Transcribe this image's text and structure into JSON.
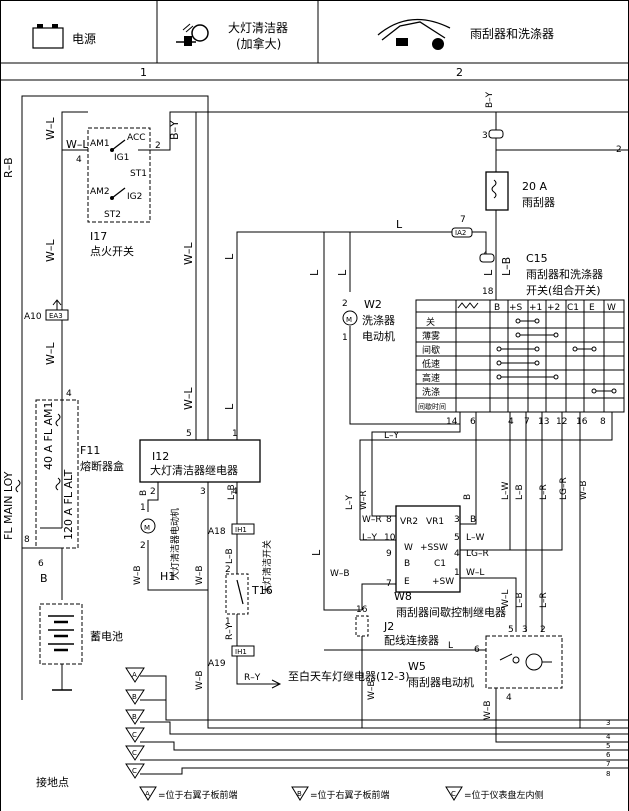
{
  "header": {
    "power": "电源",
    "headlamp_cleaner": "大灯清洁器",
    "headlamp_cleaner_sub": "(加拿大)",
    "wiper_washer": "雨刮器和洗涤器",
    "col1": "1",
    "col2": "2"
  },
  "wires": {
    "r_b": "R–B",
    "w_l": "W–L",
    "b_y": "B–Y",
    "l": "L",
    "l_y": "L–Y",
    "w_r": "W–R",
    "b": "B",
    "l_w": "L–W",
    "l_r": "L–R",
    "lg_r": "LG–R",
    "w_b": "W–B",
    "l_b": "L–B",
    "r_y": "R–Y"
  },
  "ignition": {
    "id": "I17",
    "name": "点火开关",
    "am1": "AM1",
    "acc": "ACC",
    "ig1": "IG1",
    "st1": "ST1",
    "am2": "AM2",
    "ig2": "IG2",
    "st2": "ST2"
  },
  "fuse_box": {
    "id": "F11",
    "name": "熔断器盒",
    "am1": "40 A FL AM1",
    "alt": "120 A FL ALT",
    "main": "FL MAIN LOY",
    "connector": "A10",
    "ea3": "EA3"
  },
  "battery": {
    "name": "蓄电池"
  },
  "relay_i12": {
    "id": "I12",
    "name": "大灯清洁器继电器"
  },
  "motor_h1": {
    "id": "H1",
    "name": "大灯清洁器电动机",
    "m": "M"
  },
  "switch_t16": {
    "id": "T16",
    "name": "大灯清洁开关",
    "a18": "A18",
    "a19": "A19",
    "ih1": "IH1"
  },
  "daytime_relay": "至白天车灯继电器(12-3)",
  "fuse_20a": {
    "rating": "20 A",
    "name": "雨刮器"
  },
  "connector_7": {
    "label": "IA2"
  },
  "washer_w2": {
    "id": "W2",
    "name1": "洗涤器",
    "name2": "电动机",
    "m": "M"
  },
  "combo_switch": {
    "id": "C15",
    "name1": "雨刮器和洗涤器",
    "name2": "开关(组合开关)",
    "headers": [
      "B",
      "+S",
      "+1",
      "+2",
      "C1",
      "E",
      "W"
    ],
    "rows": [
      "关",
      "薄雾",
      "间歇",
      "低速",
      "高速",
      "洗涤",
      "间歇时间"
    ],
    "pin18": "18"
  },
  "relay_w8": {
    "id": "W8",
    "name": "雨刮器间歇控制继电器",
    "vr2": "VR2",
    "vr1": "VR1",
    "w": "W",
    "ssw": "+SSW",
    "c1": "C1",
    "b": "B",
    "e": "E",
    "sw": "+SW"
  },
  "joint_j2": {
    "id": "J2",
    "name": "配线连接器"
  },
  "wiper_motor": {
    "id": "W5",
    "name": "雨刮器电动机"
  },
  "ground": {
    "title": "接地点",
    "letters": [
      "A",
      "B",
      "B",
      "C",
      "C",
      "C"
    ],
    "legend": [
      "=位于右翼子板前端",
      "=位于右翼子板前端",
      "=位于仪表盘左内侧"
    ],
    "legend_letters": [
      "A",
      "B",
      "C"
    ]
  },
  "pins": {
    "p1": "1",
    "p2": "2",
    "p3": "3",
    "p4": "4",
    "p5": "5",
    "p6": "6",
    "p7": "7",
    "p8": "8",
    "p9": "9",
    "p10": "10",
    "p12": "12",
    "p13": "13",
    "p14": "14",
    "p16": "16"
  }
}
